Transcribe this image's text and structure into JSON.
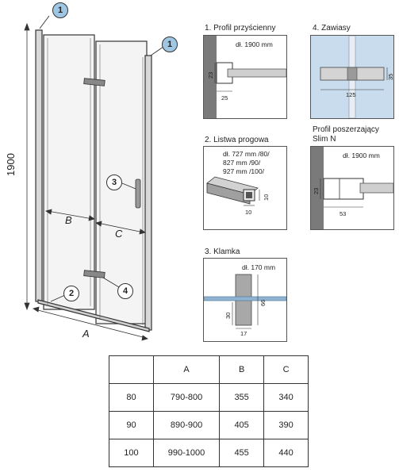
{
  "door_diagram": {
    "callouts": [
      "1",
      "1",
      "2",
      "3",
      "4"
    ],
    "height_label": "1900",
    "width_label_a": "A",
    "width_label_b": "B",
    "width_label_c": "C"
  },
  "panels": {
    "wall_profile": {
      "title": "1. Profil przyścienny",
      "length": "dł. 1900 mm",
      "dim_h": "23",
      "dim_w": "25"
    },
    "threshold": {
      "title": "2. Listwa progowa",
      "length_lines": [
        "dł. 727 mm /80/",
        "827 mm /90/",
        "927 mm /100/"
      ],
      "dim_h": "10",
      "dim_w": "10"
    },
    "handle": {
      "title": "3. Klamka",
      "length": "dł. 170 mm",
      "dim_66": "66",
      "dim_30": "30",
      "dim_17": "17"
    },
    "hinges": {
      "title": "4. Zawiasy",
      "dim_h": "35",
      "dim_w": "125"
    },
    "extension_profile": {
      "title_lines": [
        "Profil poszerzający",
        "Slim N"
      ],
      "length": "dł. 1900 mm",
      "dim_h": "23",
      "dim_w": "53"
    }
  },
  "table": {
    "headers": [
      "",
      "A",
      "B",
      "C"
    ],
    "rows": [
      [
        "80",
        "790-800",
        "355",
        "340"
      ],
      [
        "90",
        "890-900",
        "405",
        "390"
      ],
      [
        "100",
        "990-1000",
        "455",
        "440"
      ]
    ]
  }
}
